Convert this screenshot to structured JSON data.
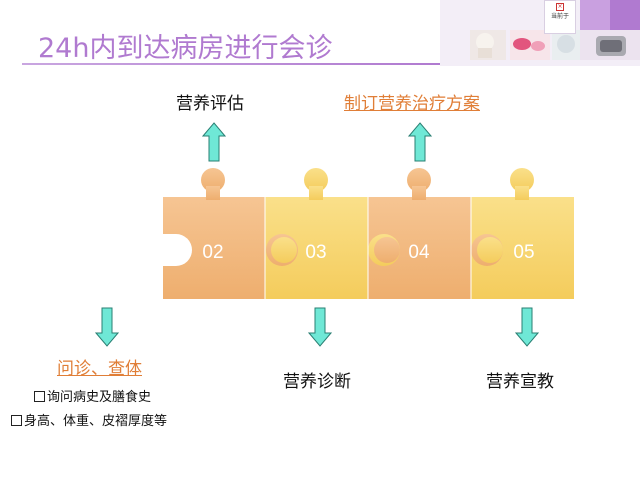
{
  "slide": {
    "title": "24h内到达病房进行会诊"
  },
  "logo": {
    "text": "当前于"
  },
  "labels": {
    "top_left": "营养评估",
    "top_right": "制订营养治疗方案",
    "bottom_left": "问诊、查体",
    "bottom_mid": "营养诊断",
    "bottom_right": "营养宣教"
  },
  "notes": [
    "询问病史及膳食史",
    "身高、体重、皮褶厚度等"
  ],
  "puzzle_pieces": [
    {
      "label": "02",
      "color": "#f2b97e"
    },
    {
      "label": "03",
      "color": "#f7d46e"
    },
    {
      "label": "04",
      "color": "#f2b97e"
    },
    {
      "label": "05",
      "color": "#f7d46e"
    }
  ],
  "colors": {
    "title": "#b07ad0",
    "arrow_fill": "#6fe8d6",
    "arrow_stroke": "#2a7f73",
    "link": "#e07e37"
  }
}
